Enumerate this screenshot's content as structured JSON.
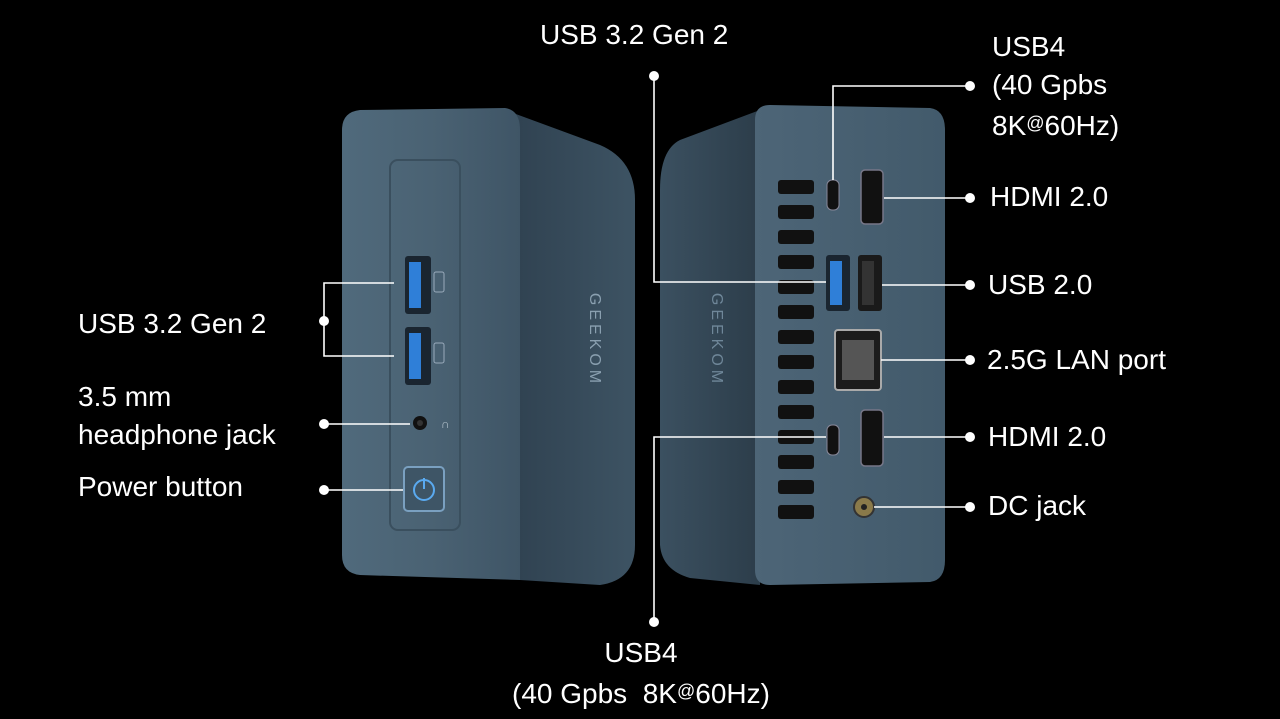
{
  "labels": {
    "top_center": "USB 3.2 Gen 2",
    "top_right_usb4": "USB4\n(40 Gpbs\n8K 60Hz)",
    "hdmi_top": "HDMI 2.0",
    "usb2": "USB 2.0",
    "lan": "2.5G LAN port",
    "hdmi_bottom": "HDMI 2.0",
    "dc": "DC jack",
    "bottom_usb4": "USB4\n(40 Gpbs  8K 60Hz)",
    "left_usb32": "USB 3.2 Gen 2",
    "headphone": "3.5 mm\nheadphone jack",
    "power": "Power button"
  },
  "superscript_symbol": "@",
  "brand_text": "GEEKOM",
  "colors": {
    "background": "#000000",
    "case": "#3f5566",
    "case_dark": "#2a3a47",
    "usb3_blue": "#2f7fd8",
    "line": "#ffffff"
  }
}
